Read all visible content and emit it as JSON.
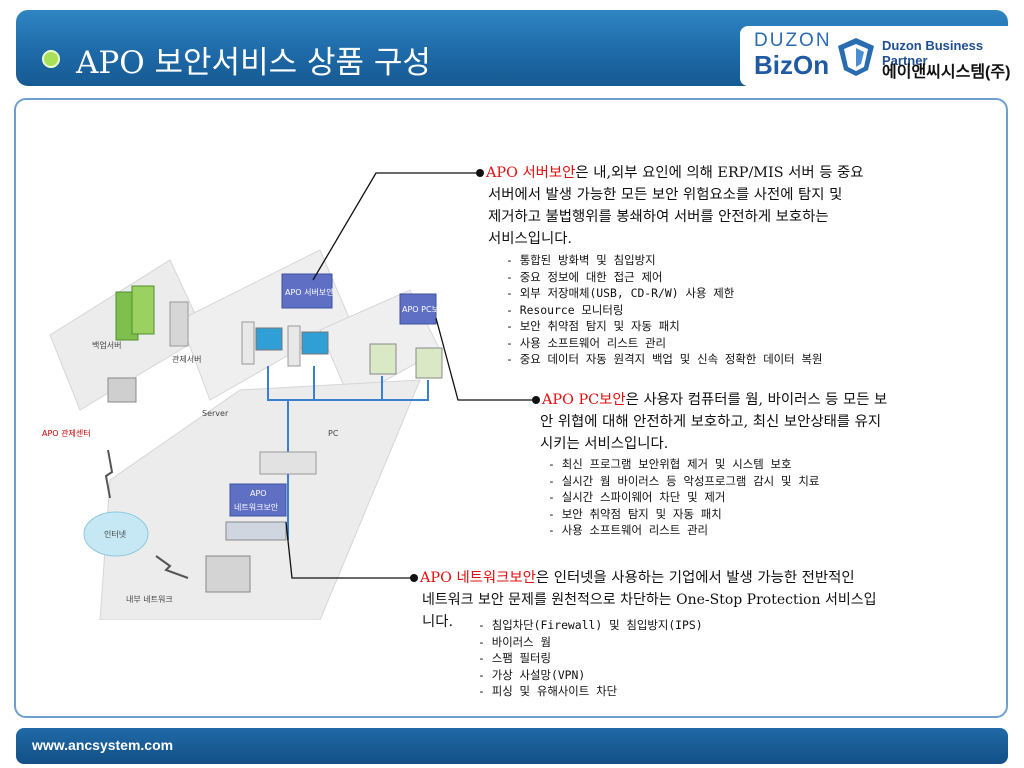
{
  "header": {
    "title": "APO 보안서비스 상품 구성",
    "logo": {
      "duzon": "DUZON",
      "bizon": "BizOn",
      "partner": "Duzon Business Partner",
      "company": "에이앤씨시스템(주)"
    }
  },
  "diagram_labels": {
    "server_security": "APO 서버보안",
    "pc_security": "APO PC보안",
    "network_security_1": "APO",
    "network_security_2": "네트워크보안",
    "backup_server": "백업서버",
    "control_server": "관제서버",
    "control_center": "APO 관제센터",
    "server_zone": "Server",
    "pc_zone": "PC",
    "internet": "인터넷",
    "internal_network": "내부 네트워크"
  },
  "sections": {
    "server": {
      "name": "APO 서버보안",
      "desc_1": "은 내,외부 요인에 의해 ERP/MIS 서버 등 중요",
      "desc_2": "서버에서 발생 가능한 모든 보안 위험요소를 사전에 탐지 및",
      "desc_3": "제거하고 불법행위를 봉쇄하여 서버를 안전하게 보호하는",
      "desc_4": "서비스입니다.",
      "items": [
        "- 통합된 방화벽 및 침입방지",
        "- 중요 정보에 대한 접근 제어",
        "- 외부 저장매체(USB, CD-R/W) 사용 제한",
        "- Resource 모니터링",
        "- 보안 취약점 탐지 및 자동 패치",
        "- 사용 소프트웨어 리스트 관리",
        "- 중요 데이터 자동 원격지 백업 및 신속 정확한 데이터 복원"
      ]
    },
    "pc": {
      "name": "APO PC보안",
      "desc_1": "은 사용자 컴퓨터를 웜, 바이러스 등 모든 보",
      "desc_2": "안 위협에 대해 안전하게 보호하고, 최신 보안상태를 유지",
      "desc_3": "시키는 서비스입니다.",
      "items": [
        "- 최신 프로그램 보안위협 제거 및 시스템 보호",
        "- 실시간 웜 바이러스 등 악성프로그램 감시 및 치료",
        "- 실시간 스파이웨어 차단 및 제거",
        "- 보안 취약점 탐지 및 자동 패치",
        "- 사용 소프트웨어 리스트 관리"
      ]
    },
    "network": {
      "name": "APO 네트워크보안",
      "desc_1": "은 인터넷을 사용하는 기업에서 발생  가능한 전반적인",
      "desc_2": "네트워크 보안 문제를 원천적으로 차단하는 One-Stop Protection 서비스입",
      "desc_3": "니다.",
      "items": [
        "- 침입차단(Firewall) 및 침입방지(IPS)",
        "- 바이러스 웜",
        "- 스팸 필터링",
        "- 가상 사설망(VPN)",
        "- 피싱 및 유해사이트 차단"
      ]
    }
  },
  "footer": {
    "url": "www.ancsystem.com"
  }
}
